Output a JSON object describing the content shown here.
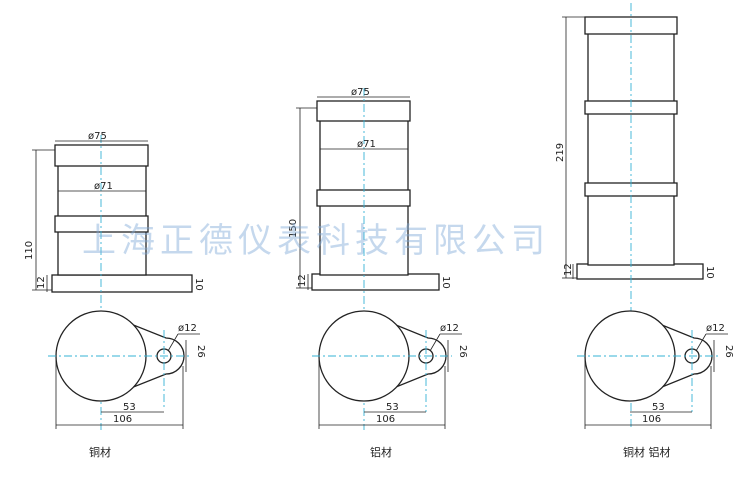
{
  "watermark": "上海正德仪表科技有限公司",
  "views": [
    {
      "dia_outer": "ø75",
      "dia_inner": "ø71",
      "height": "110",
      "base": "12",
      "flange": "10",
      "hole": "ø12",
      "lug": "26",
      "offset": "53",
      "length": "106",
      "material": "铜材"
    },
    {
      "dia_outer": "ø75",
      "dia_inner": "ø71",
      "height": "150",
      "base": "12",
      "flange": "10",
      "hole": "ø12",
      "lug": "26",
      "offset": "53",
      "length": "106",
      "material": "铝材"
    },
    {
      "height": "219",
      "base": "12",
      "flange": "10",
      "hole": "ø12",
      "lug": "26",
      "offset": "53",
      "length": "106",
      "material": "铜材  铝材"
    }
  ]
}
